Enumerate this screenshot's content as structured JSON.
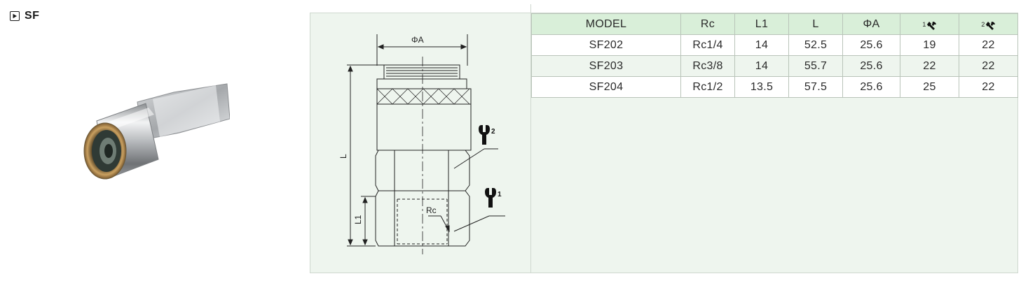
{
  "product": {
    "code": "SF",
    "icon": "play-square-icon"
  },
  "drawing": {
    "dim_phi_a": "ΦA",
    "dim_l": "L",
    "dim_l1": "L1",
    "dim_rc": "Rc",
    "wrench_1_index": "1",
    "wrench_2_index": "2"
  },
  "table": {
    "headers": [
      "MODEL",
      "Rc",
      "L1",
      "L",
      "ΦA",
      "1",
      "2"
    ],
    "wrench_header_icons": [
      "wrench-icon",
      "wrench-icon"
    ],
    "rows": [
      [
        "SF202",
        "Rc1/4",
        "14",
        "52.5",
        "25.6",
        "19",
        "22"
      ],
      [
        "SF203",
        "Rc3/8",
        "14",
        "55.7",
        "25.6",
        "22",
        "22"
      ],
      [
        "SF204",
        "Rc1/2",
        "13.5",
        "57.5",
        "25.6",
        "25",
        "22"
      ]
    ]
  },
  "colors": {
    "panel_bg": "#eef5ee",
    "header_bg": "#d9efd9",
    "border": "#b9c4b9"
  }
}
